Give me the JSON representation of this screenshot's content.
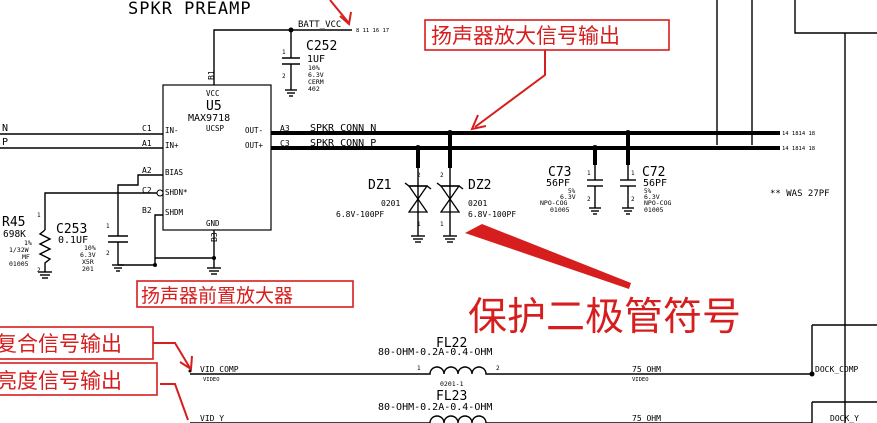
{
  "title": "SPKR PREAMP",
  "nets": {
    "batt_vcc": "BATT_VCC",
    "batt_vcc_pages": "8 11 16 17",
    "spkr_n": "SPKR_CONN_N",
    "spkr_p": "SPKR_CONN_P",
    "spkr_pages": "14 1814 18",
    "vid_comp": "VID_COMP",
    "vid_sub": "VIDEO",
    "vid_y": "VID_Y",
    "ohm75": "75_OHM",
    "ohm75_sub": "VIDEO",
    "dock_comp": "DOCK_COMP",
    "dock_y": "DOCK_Y",
    "left_n": "N",
    "left_p": "P"
  },
  "u5": {
    "ref": "U5",
    "part": "MAX9718",
    "pkg": "UCSP",
    "vcc": "VCC",
    "gnd": "GND",
    "pins": {
      "in_minus": "IN-",
      "in_plus": "IN+",
      "bias": "BIAS",
      "shdn_n": "SHDN*",
      "shdm": "SHDM",
      "out_minus": "OUT-",
      "out_plus": "OUT+"
    },
    "pin_nums": {
      "b1": "B1",
      "c1": "C1",
      "a1": "A1",
      "a2": "A2",
      "c2": "C2",
      "b2": "B2",
      "a3": "A3",
      "c3": "C3",
      "b3": "B3"
    }
  },
  "c252": {
    "ref": "C252",
    "value": "1UF",
    "tol": "10%",
    "volt": "6.3V",
    "type": "CERM",
    "pkg": "402",
    "p1": "1",
    "p2": "2"
  },
  "c253": {
    "ref": "C253",
    "value": "0.1UF",
    "tol": "10%",
    "volt": "6.3V",
    "type": "X5R",
    "pkg": "201",
    "p1": "1",
    "p2": "2"
  },
  "r45": {
    "ref": "R45",
    "value": "698K",
    "tol": "1%",
    "power": "1/32W",
    "type": "MF",
    "pkg": "01005",
    "p1": "1",
    "p2": "2"
  },
  "dz1": {
    "ref": "DZ1",
    "pkg": "0201",
    "rating": "6.8V-100PF",
    "p1": "1",
    "p2": "2"
  },
  "dz2": {
    "ref": "DZ2",
    "pkg": "0201",
    "rating": "6.8V-100PF",
    "p1": "1",
    "p2": "2"
  },
  "c73": {
    "ref": "C73",
    "value": "56PF",
    "tol": "5%",
    "volt": "6.3V",
    "type": "NPO-COG",
    "pkg": "01005",
    "p1": "1",
    "p2": "2"
  },
  "c72": {
    "ref": "C72",
    "value": "56PF",
    "tol": "5%",
    "volt": "6.3V",
    "type": "NPO-COG",
    "pkg": "01005",
    "p1": "1",
    "p2": "2"
  },
  "note": "** WAS 27PF",
  "fl22": {
    "ref": "FL22",
    "value": "80-OHM-0.2A-0.4-OHM",
    "pkg": "0201-1",
    "p1": "1",
    "p2": "2"
  },
  "fl23": {
    "ref": "FL23",
    "value": "80-OHM-0.2A-0.4-OHM"
  },
  "annotations": {
    "spkr_out": "扬声器放大信号输出",
    "preamp": "扬声器前置放大器",
    "diode": "保护二极管符号",
    "composite": "复合信号输出",
    "luma": "亮度信号输出"
  }
}
